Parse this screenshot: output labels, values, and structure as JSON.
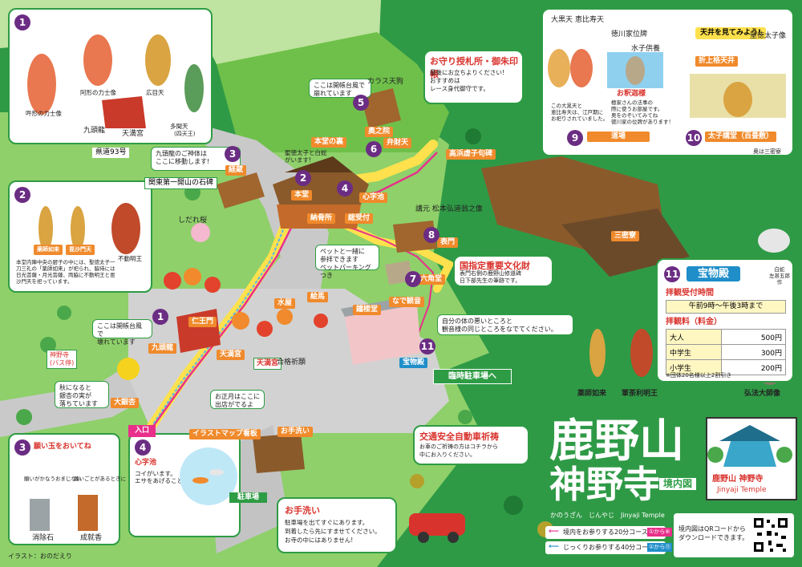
{
  "colors": {
    "green": "#2e9c44",
    "orange": "#f08a2c",
    "blue": "#1f8ec9",
    "red": "#d9332d",
    "purple": "#6b2d83",
    "path_pink": "#e8308a",
    "path_yellow": "#ffe14d"
  },
  "title": {
    "main": "鹿野山",
    "sub": "神野寺",
    "tag": "境内図",
    "reading": "かのうざん　じんやじ　Jinyaji Temple",
    "stamp_text": "鹿野山 神野寺",
    "stamp_en": "Jinyaji Temple"
  },
  "legend": {
    "course20": "境内をお参りする20分コース",
    "course40": "じっくりお参りする40分コース",
    "course20_tag": "①から⑥",
    "course40_tag": "①から⑪"
  },
  "qr": {
    "text": "境内図はQRコードから\nダウンロードできます。"
  },
  "credit": "イラスト：おのだえり",
  "panels": {
    "p1": {
      "num": "1",
      "labels": [
        "阿形の力士像",
        "広目天",
        "吽形の力士像",
        "多聞天",
        "九頭龍",
        "天満宮",
        "(四天王)"
      ]
    },
    "p2": {
      "num": "2",
      "labels": [
        "薬師如来",
        "毘沙門天",
        "不動明王"
      ],
      "text": "本堂内陣中央の厨子の中には、聖徳太子一刀三礼の「薬師如来」が祀られ、脇侍には日光菩薩・月光菩薩、両脇に不動明王と毘沙門天を祀っています。"
    },
    "p3": {
      "num": "3",
      "title": "願い玉をおいてね",
      "labels": [
        "願いがかなうおまじない",
        "願いごとがあるときに",
        "消除石",
        "成就香"
      ]
    },
    "p4": {
      "num": "4",
      "title": "心字池",
      "text": "コイがいます。\nエサをあげることができるよ！"
    },
    "p9": {
      "num": "9",
      "title": "道場",
      "labels": [
        "大黒天",
        "恵比寿天",
        "徳川家位牌",
        "水子供養",
        "お釈迦様"
      ],
      "text1": "この大黒天と\n恵比寿天は、江戸期に\nお祀りされていました。",
      "text2": "檀家さんの法事の\n際に使うお部屋です。\n奥をのぞいてみてね\n徳川家の位牌があります！"
    },
    "p10": {
      "num": "10",
      "title": "太子講堂（百畳敷）",
      "labels": [
        "天井を見てみよう!",
        "聖徳太子像",
        "折上格天井"
      ],
      "note": "奥は三密寮"
    },
    "p11": {
      "num": "11",
      "title": "宝物殿",
      "sub": "白蛇\n左甚五郎作",
      "hours_title": "拝観受付時間",
      "hours": "午前9時～午後3時まで",
      "fee_title": "拝観料（料金）",
      "fees": [
        [
          "大人",
          "500円"
        ],
        [
          "中学生",
          "300円"
        ],
        [
          "小学生",
          "200円"
        ]
      ],
      "fee_note": "※団体20名様以上2割引き"
    }
  },
  "callouts": {
    "omamori_title": "お守り授札所・御朱印帳",
    "omamori": "最後にお立ちよりください!\nおすすめは\nレース身代御守です。",
    "kuzuryu": "九頭龍のご神体は\nここに移動します!",
    "kaiyu_top": "ここは開帳台風で\n崩れています",
    "kaiyu_left": "ここは開帳台風で\n壊れています",
    "pet": "ペットと一緒に\n参拝できます\nペットパーキングつき",
    "kondo": "聖徳太子と白蛇\nがいます!",
    "ginkgo": "秋になると\n銀杏の実が\n落ちています",
    "shogatsu": "お正月はここに\n出店がでるよ",
    "juyo_title": "国指定重要文化財",
    "juyo": "表門右側の鹿野山修道碑\n日下部先生の筆跡です。",
    "nade": "自分の体の悪いところと\n観音様の同じところをなでてください。",
    "rinji": "臨時駐車場へ",
    "kotsu_title": "交通安全自動車祈祷",
    "kotsu": "お車のご祈祷の方はコチラから\n中にお入りください。",
    "temizu_title": "お手洗い",
    "temizu": "駐車場を出てすぐにあります。\n到着したら先にすませてください。\nお寺の中にはありません!"
  },
  "map_labels": {
    "karasu": "カラス天狗",
    "okunoin": "奥之院",
    "benzaiten": "弁財天",
    "hondo_ura": "本堂の裏",
    "kyozo": "経蔵",
    "kanto": "関東第一開山の石碑",
    "kendo93": "県道93号",
    "hondo": "本堂",
    "shinjiike": "心字池",
    "nokotsu": "納骨所",
    "goshuin": "総受付",
    "shidarezakura": "しだれ桜",
    "kosen": "高浜虚子句碑",
    "matsumoto": "講元 松本弘道翁之像",
    "omotemon": "表門",
    "sanmitsu": "三密寮",
    "rokkaku": "六角堂",
    "nade_kannon": "なで観音",
    "shokodo": "鐘楼堂",
    "suikan": "水屋",
    "ema": "絵馬",
    "niomon": "仁王門",
    "tenmangu": "天満宮",
    "goukaku": "合格祈願",
    "kuzuryu": "九頭龍",
    "jinyaji_bus": "神野寺\n(バス停)",
    "oginkgo": "大銀杏",
    "iriguchi": "入口",
    "illust_map": "イラストマップ看板",
    "otearai": "お手洗い",
    "chushajo": "駐車場",
    "homotsuden": "宝物殿",
    "yakushi": "薬師如来",
    "gundari": "軍荼利明王",
    "kobo": "弘法大師像"
  },
  "nums": [
    "1",
    "2",
    "3",
    "4",
    "5",
    "6",
    "7",
    "8",
    "9",
    "10",
    "11"
  ]
}
